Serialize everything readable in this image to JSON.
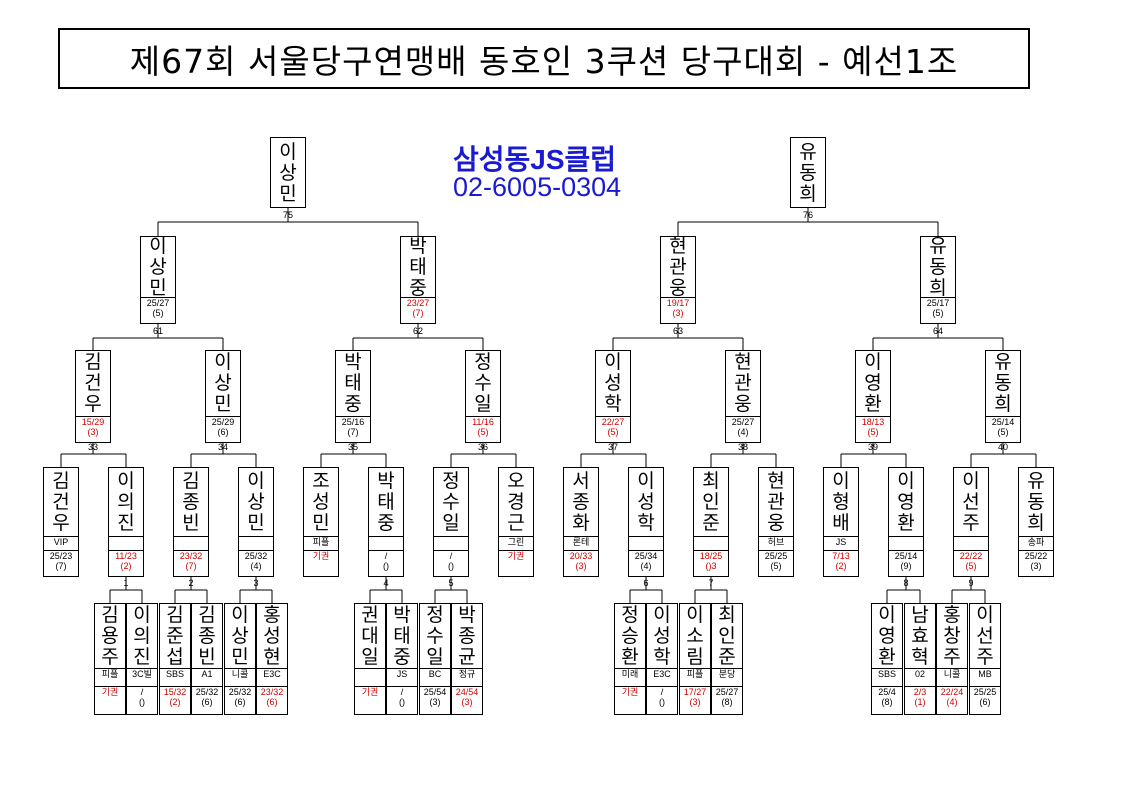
{
  "title": "제67회 서울당구연맹배 동호인 3쿠션 당구대회 - 예선1조",
  "club": {
    "name": "삼성동JS클럽",
    "phone": "02-6005-0304"
  },
  "winners": [
    {
      "name": "이상민"
    },
    {
      "name": "유동희"
    }
  ],
  "r3": [
    {
      "name": "이상민",
      "l1": "25/27",
      "l2": "(5)",
      "red": false
    },
    {
      "name": "박태중",
      "l1": "23/27",
      "l2": "(7)",
      "red": true
    },
    {
      "name": "현관웅",
      "l1": "19/17",
      "l2": "(3)",
      "red": true
    },
    {
      "name": "유동희",
      "l1": "25/17",
      "l2": "(5)",
      "red": false
    }
  ],
  "r2": [
    {
      "name": "김건우",
      "l1": "15/29",
      "l2": "(3)",
      "red": true
    },
    {
      "name": "이상민",
      "l1": "25/29",
      "l2": "(6)",
      "red": false
    },
    {
      "name": "박태중",
      "l1": "25/16",
      "l2": "(7)",
      "red": false
    },
    {
      "name": "정수일",
      "l1": "11/16",
      "l2": "(5)",
      "red": true
    },
    {
      "name": "이성학",
      "l1": "22/27",
      "l2": "(5)",
      "red": true
    },
    {
      "name": "현관웅",
      "l1": "25/27",
      "l2": "(4)",
      "red": false
    },
    {
      "name": "이영환",
      "l1": "18/13",
      "l2": "(5)",
      "red": true
    },
    {
      "name": "유동희",
      "l1": "25/14",
      "l2": "(5)",
      "red": false
    }
  ],
  "r1": [
    {
      "name": "김건우",
      "club": "VIP",
      "l1": "25/23",
      "l2": "(7)",
      "red": false
    },
    {
      "name": "이의진",
      "club": "",
      "l1": "11/23",
      "l2": "(2)",
      "red": true
    },
    {
      "name": "김종빈",
      "club": "",
      "l1": "23/32",
      "l2": "(7)",
      "red": true
    },
    {
      "name": "이상민",
      "club": "",
      "l1": "25/32",
      "l2": "(4)",
      "red": false
    },
    {
      "name": "조성민",
      "club": "피플",
      "l1": "기권",
      "l2": "",
      "red": true
    },
    {
      "name": "박태중",
      "club": "",
      "l1": "/",
      "l2": "()",
      "red": false
    },
    {
      "name": "정수일",
      "club": "",
      "l1": "/",
      "l2": "()",
      "red": false
    },
    {
      "name": "오경근",
      "club": "그린",
      "l1": "기권",
      "l2": "",
      "red": true
    },
    {
      "name": "서종화",
      "club": "론테",
      "l1": "20/33",
      "l2": "(3)",
      "red": true
    },
    {
      "name": "이성학",
      "club": "",
      "l1": "25/34",
      "l2": "(4)",
      "red": false
    },
    {
      "name": "최인준",
      "club": "",
      "l1": "18/25",
      "l2": "()3",
      "red": true
    },
    {
      "name": "현관웅",
      "club": "허브",
      "l1": "25/25",
      "l2": "(5)",
      "red": false
    },
    {
      "name": "이형배",
      "club": "JS",
      "l1": "7/13",
      "l2": "(2)",
      "red": true
    },
    {
      "name": "이영환",
      "club": "",
      "l1": "25/14",
      "l2": "(9)",
      "red": false
    },
    {
      "name": "이선주",
      "club": "",
      "l1": "22/22",
      "l2": "(5)",
      "red": true
    },
    {
      "name": "유동희",
      "club": "송파",
      "l1": "25/22",
      "l2": "(3)",
      "red": false
    }
  ],
  "r0": [
    {
      "name": "김용주",
      "club": "피플",
      "l1": "기권",
      "l2": "",
      "red": true
    },
    {
      "name": "이의진",
      "club": "3C빌",
      "l1": "/",
      "l2": "()",
      "red": false
    },
    {
      "name": "김준섭",
      "club": "SBS",
      "l1": "15/32",
      "l2": "(2)",
      "red": true
    },
    {
      "name": "김종빈",
      "club": "A1",
      "l1": "25/32",
      "l2": "(6)",
      "red": false
    },
    {
      "name": "이상민",
      "club": "니콜",
      "l1": "25/32",
      "l2": "(6)",
      "red": false
    },
    {
      "name": "홍성현",
      "club": "E3C",
      "l1": "23/32",
      "l2": "(6)",
      "red": true
    },
    {
      "name": "권대일",
      "club": "",
      "l1": "기권",
      "l2": "",
      "red": true
    },
    {
      "name": "박태중",
      "club": "JS",
      "l1": "/",
      "l2": "()",
      "red": false
    },
    {
      "name": "정수일",
      "club": "BC",
      "l1": "25/54",
      "l2": "(3)",
      "red": false
    },
    {
      "name": "박종균",
      "club": "정규",
      "l1": "24/54",
      "l2": "(3)",
      "red": true
    },
    {
      "name": "정승환",
      "club": "미래",
      "l1": "기권",
      "l2": "",
      "red": true
    },
    {
      "name": "이성학",
      "club": "E3C",
      "l1": "/",
      "l2": "()",
      "red": false
    },
    {
      "name": "이소림",
      "club": "피플",
      "l1": "17/27",
      "l2": "(3)",
      "red": true
    },
    {
      "name": "최인준",
      "club": "분당",
      "l1": "25/27",
      "l2": "(8)",
      "red": false
    },
    {
      "name": "이영환",
      "club": "SBS",
      "l1": "25/4",
      "l2": "(8)",
      "red": false
    },
    {
      "name": "남효혁",
      "club": "02",
      "l1": "2/3",
      "l2": "(1)",
      "red": true
    },
    {
      "name": "홍창주",
      "club": "니콜",
      "l1": "22/24",
      "l2": "(4)",
      "red": true
    },
    {
      "name": "이선주",
      "club": "MB",
      "l1": "25/25",
      "l2": "(6)",
      "red": false
    }
  ],
  "match_numbers": [
    "75",
    "76",
    "61",
    "62",
    "63",
    "64",
    "33",
    "34",
    "35",
    "36",
    "37",
    "38",
    "39",
    "40",
    "1",
    "2",
    "3",
    "4",
    "5",
    "6",
    "7",
    "8",
    "9"
  ],
  "colors": {
    "accent_blue": "#1a1ad0",
    "loss_red": "#d00000"
  }
}
